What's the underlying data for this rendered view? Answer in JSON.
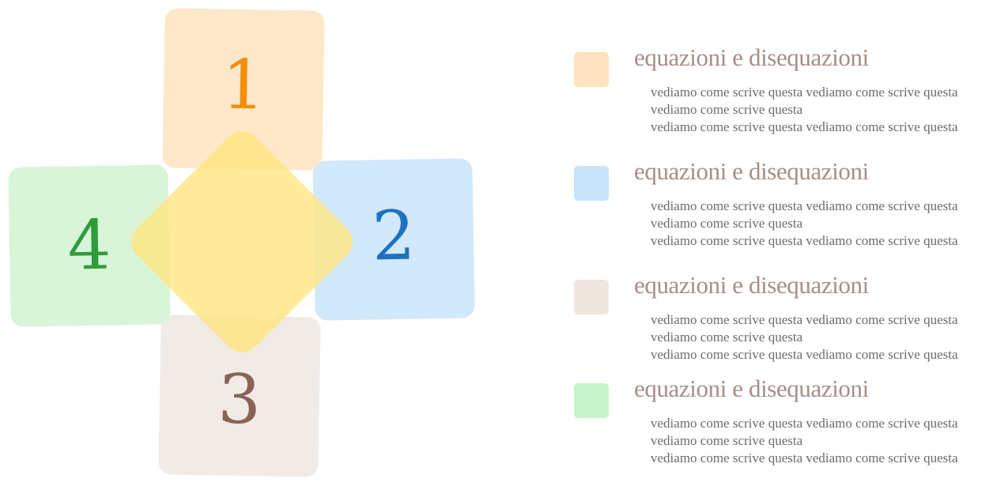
{
  "diagram": {
    "tiles": [
      {
        "number": "1",
        "fill": "#ffe7c9",
        "text_color": "#f0900c"
      },
      {
        "number": "2",
        "fill": "#d2e9fc",
        "text_color": "#1e72c0"
      },
      {
        "number": "3",
        "fill": "#f1ebe7",
        "text_color": "#8a6355"
      },
      {
        "number": "4",
        "fill": "#d8f5da",
        "text_color": "#2e9c3a"
      }
    ],
    "center_color": "#ffe680"
  },
  "legend": [
    {
      "swatch": "#ffe2bf",
      "title": "equazioni e disequazioni",
      "lines": [
        "vediamo come scrive questa vediamo come scrive questa",
        "vediamo come scrive questa",
        "vediamo come scrive questa vediamo come scrive questa"
      ]
    },
    {
      "swatch": "#c7e4fb",
      "title": "equazioni e disequazioni",
      "lines": [
        "vediamo come scrive questa vediamo come scrive questa",
        "vediamo come scrive questa",
        "vediamo come scrive questa vediamo come scrive questa"
      ]
    },
    {
      "swatch": "#f0e6e0",
      "title": "equazioni e disequazioni",
      "lines": [
        "vediamo come scrive questa vediamo come scrive questa",
        "vediamo come scrive questa",
        "vediamo come scrive questa vediamo come scrive questa"
      ]
    },
    {
      "swatch": "#c6f3c8",
      "title": "equazioni e disequazioni",
      "lines": [
        "vediamo come scrive questa vediamo come scrive questa",
        "vediamo come scrive questa",
        "vediamo come scrive questa vediamo come scrive questa"
      ]
    }
  ]
}
